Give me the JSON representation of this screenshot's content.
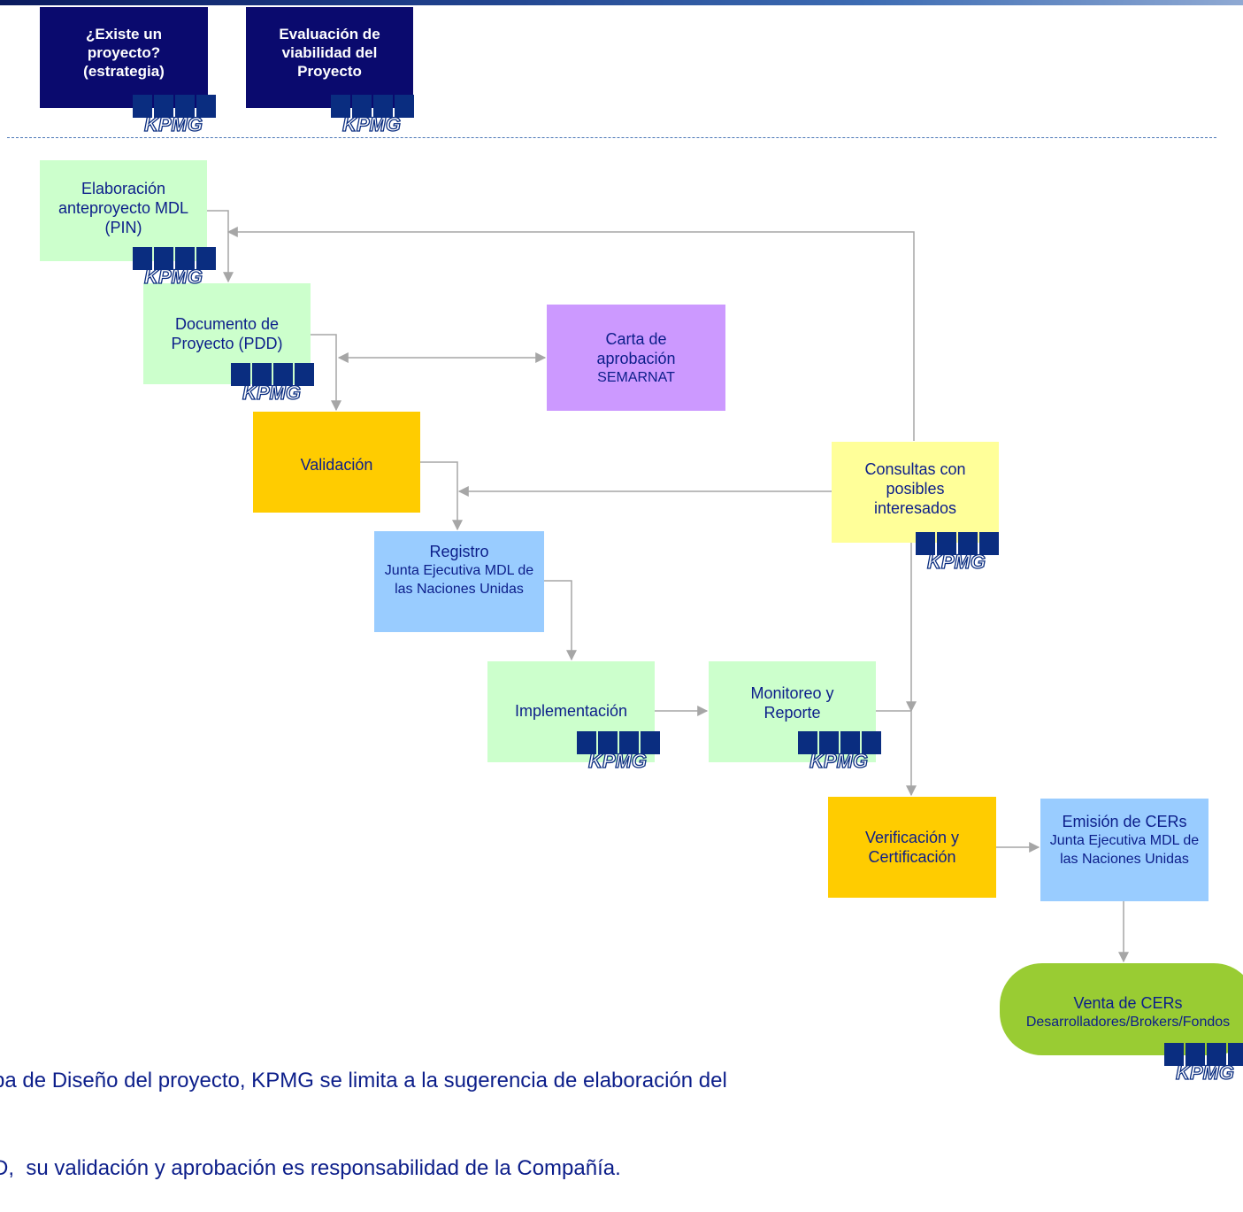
{
  "nav_boxes": [
    {
      "label": "¿Existe un proyecto? (estrategia)"
    },
    {
      "label": "Evaluación de viabilidad del Proyecto"
    }
  ],
  "logo_text": "KPMG",
  "nodes": {
    "pin": {
      "title": "Elaboración anteproyecto MDL (PIN)"
    },
    "pdd": {
      "title": "Documento de Proyecto (PDD)"
    },
    "carta": {
      "title": "Carta de aprobación",
      "sub": "SEMARNAT"
    },
    "validacion": {
      "title": "Validación"
    },
    "consultas": {
      "title": "Consultas con posibles interesados"
    },
    "registro": {
      "title": "Registro",
      "sub": "Junta Ejecutiva MDL de las Naciones Unidas"
    },
    "implementacion": {
      "title": "Implementación"
    },
    "monitoreo": {
      "title": "Monitoreo y Reporte"
    },
    "verificacion": {
      "title": "Verificación y Certificación"
    },
    "emision": {
      "title": "Emisión de CERs",
      "sub": "Junta Ejecutiva MDL de las Naciones Unidas"
    },
    "venta": {
      "title": "Venta de CERs",
      "sub": "Desarrolladores/Brokers/Fondos"
    }
  },
  "note": {
    "line1": "pa de Diseño del proyecto, KPMG se limita a la sugerencia de elaboración del",
    "line2": "D,  su validación y aprobación es responsabilidad de la Compañía."
  },
  "colors": {
    "navy": "#0a0a6e",
    "green": "#ccffcc",
    "gold": "#ffcc00",
    "blue": "#99ccff",
    "purple": "#cc99ff",
    "yellow": "#ffff99",
    "oval": "#99cc33",
    "text": "#0c1e8a",
    "connector": "#a6a6a6"
  }
}
